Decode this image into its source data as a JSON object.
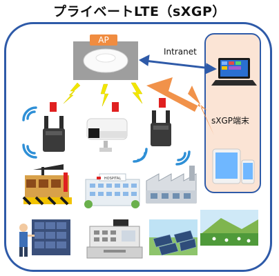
{
  "title": "プライベートLTE（sXGP）",
  "ap": {
    "label": "AP"
  },
  "network": {
    "intranet_label": "Intranet"
  },
  "terminals": {
    "label": "sXGP端末"
  },
  "scene": {
    "hospital_sign": "HOSPITAL"
  },
  "colors": {
    "frame": "#2e5aa8",
    "panel": "#fbe4d5",
    "ap_tag": "#f08c40",
    "lightning_yellow": "#f2e600",
    "lightning_orange": "#f08c40",
    "sim_red": "#e02020"
  }
}
